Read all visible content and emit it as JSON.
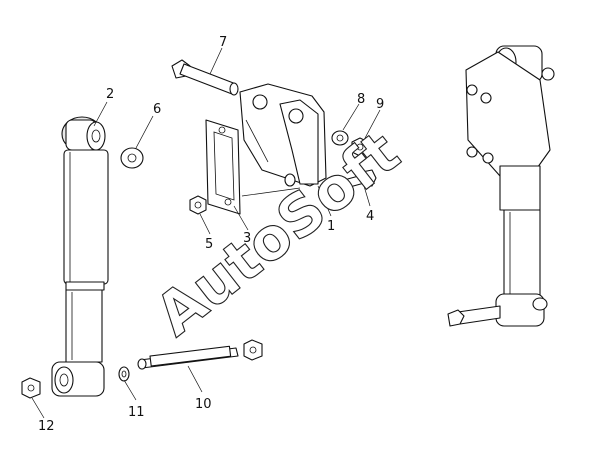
{
  "watermark": {
    "text": "AutoSoft"
  },
  "callouts": [
    "1",
    "2",
    "3",
    "4",
    "5",
    "6",
    "7",
    "8",
    "9",
    "10",
    "11",
    "12"
  ]
}
